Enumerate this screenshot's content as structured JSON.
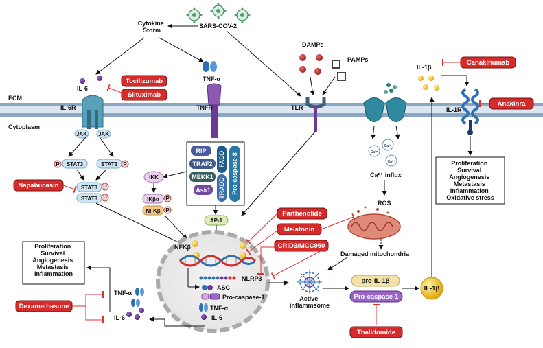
{
  "colors": {
    "drug_fill": "#d62b2b",
    "drug_stroke": "#7a0f0f",
    "inhibit_line": "#e03030",
    "membrane_dark": "#6f8fb0",
    "membrane_light": "#dbe6f1",
    "stat_fill": "#cfe6f2",
    "stat_stroke": "#6fa8c8",
    "ikk_fill": "#e8d2ec",
    "nfkb_fill": "#f4c98a",
    "ap1_fill": "#dcecb8",
    "il1b_gold": "#f0b400",
    "il6_purple": "#6a2a8c",
    "tnf_blue": "#2f6fb3",
    "pro_il1b_fill": "#f1e3a8",
    "pro_caspase_fill": "#9a64c8",
    "complex_rip": "#4a5a9a",
    "complex_traf2": "#3f5a8a",
    "complex_mekk1": "#385f5f",
    "complex_ask1": "#6f4aa0",
    "complex_fadd": "#1f5c8a",
    "complex_tradd": "#3a6fa8",
    "complex_procasp8": "#2a7aa8"
  },
  "labels": {
    "sars": "SARS-COV-2",
    "cytokine_storm": [
      "Cytokine",
      "Storm"
    ],
    "damps": "DAMPs",
    "pamps": "PAMPs",
    "il6": "IL-6",
    "tnfa_top": "TNF-α",
    "il1b_top": "IL-1β",
    "ecm": "ECM",
    "cytoplasm": "Cytoplasm",
    "il6r": "IL-6R",
    "tnfr": "TNFR",
    "tlr": "TLR",
    "il1r": "IL-1R",
    "jak": "JAK",
    "stat3": "STAT3",
    "p": "P",
    "ikk": "IKK",
    "ikba": "IKβα",
    "nfkb": "NFKβ",
    "ap1": "AP-1",
    "nfkb_nucleus": "NFKβ",
    "nlrp3": "NLRP3",
    "asc": "ASC",
    "pro_caspase_1_nucleus": "Pro-caspase-1",
    "tnfa_nucleus": "TNF-α",
    "il6_nucleus": "IL-6",
    "tnfa_left": "TNF-α",
    "il6_left": "IL-6",
    "ca_influx": "Ca²⁺ influx",
    "ca": "Ca²⁺",
    "ros": "ROS",
    "damaged_mito": "Damaged mitochondria",
    "active_inflammasome": [
      "Active",
      "inflammsome"
    ],
    "pro_il1b": "pro-IL-1β",
    "pro_caspase_1": "Pro-caspase-1",
    "il1b_circle": "IL-1β"
  },
  "complex": {
    "rip": "RIP",
    "traf2": "TRAF2",
    "mekk1": "MEKK1",
    "ask1": "Ask1",
    "fadd": "FADD",
    "tradd": "TRADD",
    "procasp8": "Pro-caspase-8"
  },
  "drugs": {
    "tocilizumab": "Tocilizumab",
    "siltuximab": "Siltuximab",
    "napabucasin": "Napabucasin",
    "parthenolide": "Parthenolide",
    "melatonin": "Melatonin",
    "crid3": "CRID3/MCC950",
    "dexamethasone": "Dexamethasone",
    "thalidomide": "Thalidomide",
    "canakinumab": "Canakinumab",
    "anakinra": "Anakinra"
  },
  "outcomes_left": [
    "Proliferation",
    "Survival",
    "Angiogenesis",
    "Metastasis",
    "Inflammation"
  ],
  "outcomes_right": [
    "Proliferation",
    "Survival",
    "Angiogenesis",
    "Metastasis",
    "Inflammation",
    "Oxidative stress"
  ]
}
